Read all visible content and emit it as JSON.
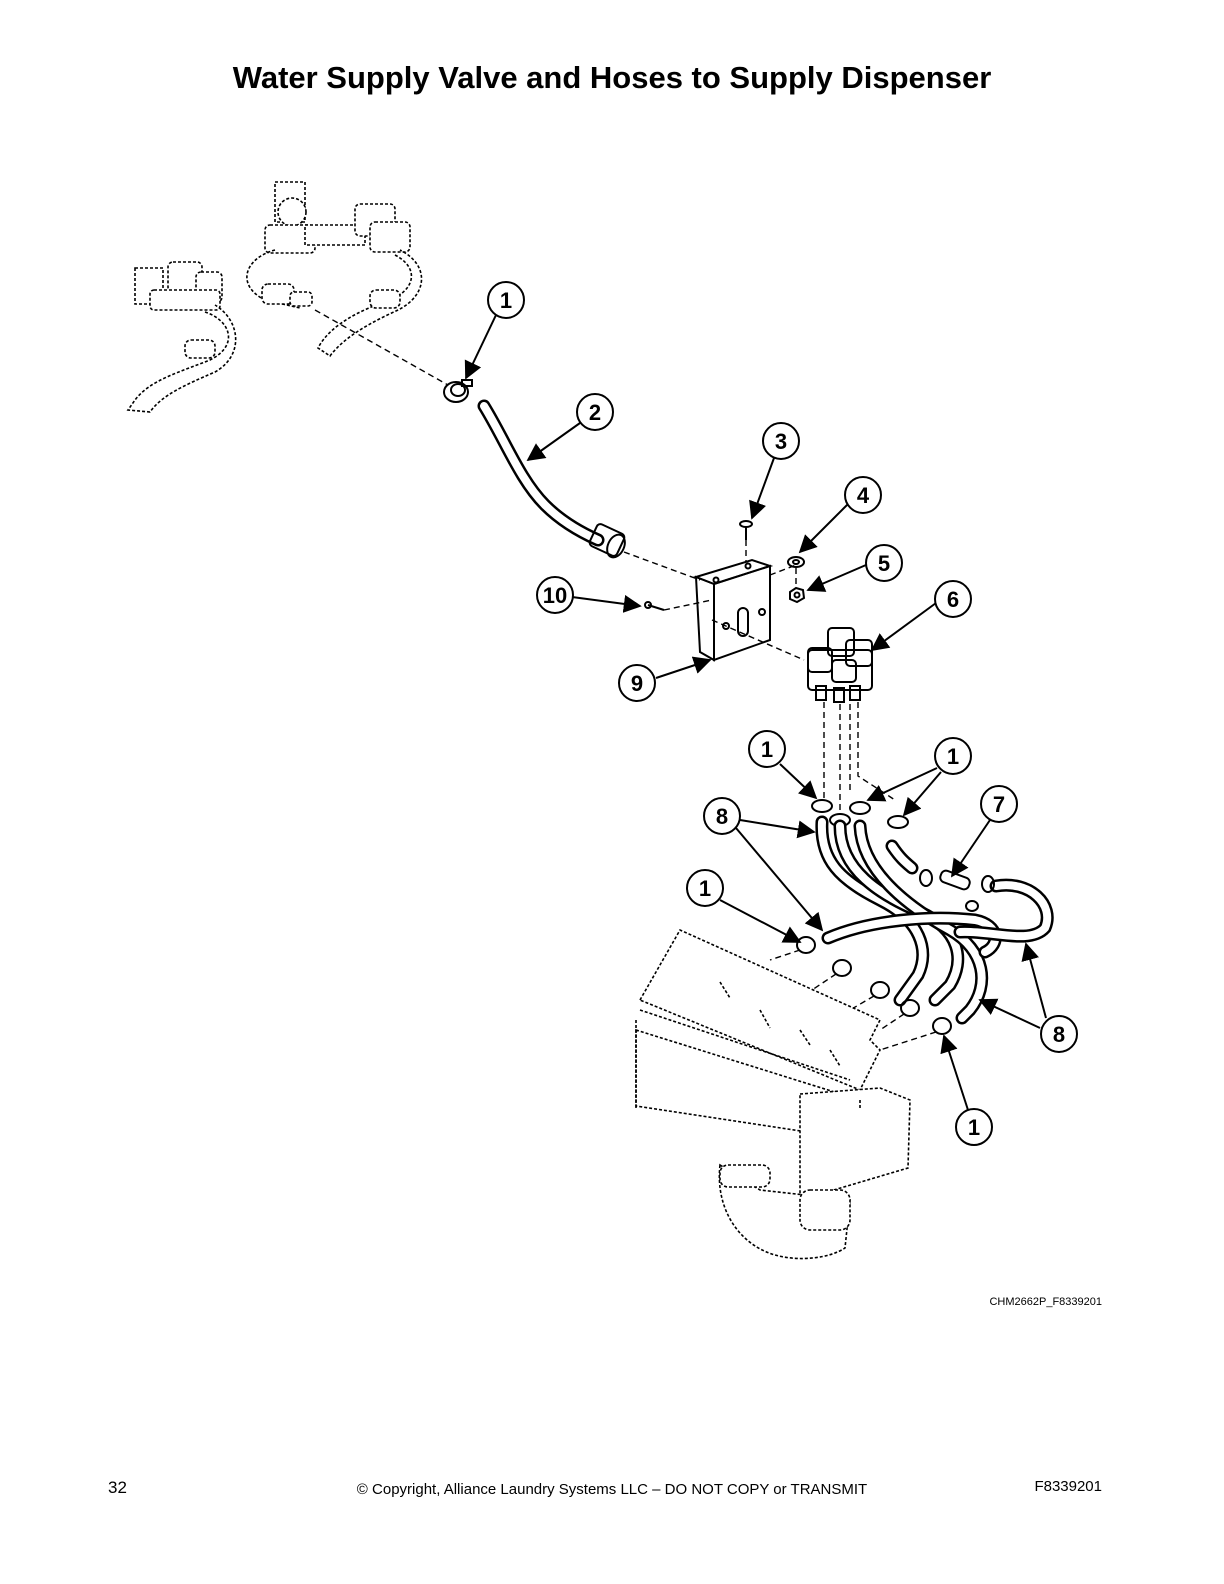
{
  "title": "Water Supply Valve and Hoses to Supply Dispenser",
  "figure_id": "CHM2662P_F8339201",
  "page_number": "32",
  "copyright": "© Copyright, Alliance Laundry Systems LLC – DO NOT COPY or TRANSMIT",
  "doc_number": "F8339201",
  "callouts": [
    "1",
    "2",
    "3",
    "4",
    "5",
    "6",
    "1",
    "1",
    "7",
    "8",
    "1",
    "8",
    "1",
    "10",
    "9"
  ]
}
